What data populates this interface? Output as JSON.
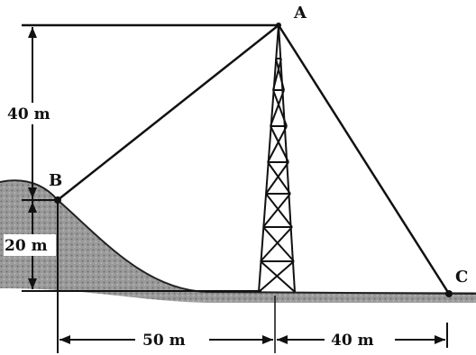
{
  "points": {
    "a": "A",
    "b": "B",
    "c": "C"
  },
  "dimensions": {
    "total_height": "40 m",
    "hill_height": "20 m",
    "b_to_tower": "50 m",
    "tower_to_c": "40 m"
  },
  "colors": {
    "ink": "#111111",
    "ground": "#8a8a8a",
    "background": "#ffffff"
  }
}
